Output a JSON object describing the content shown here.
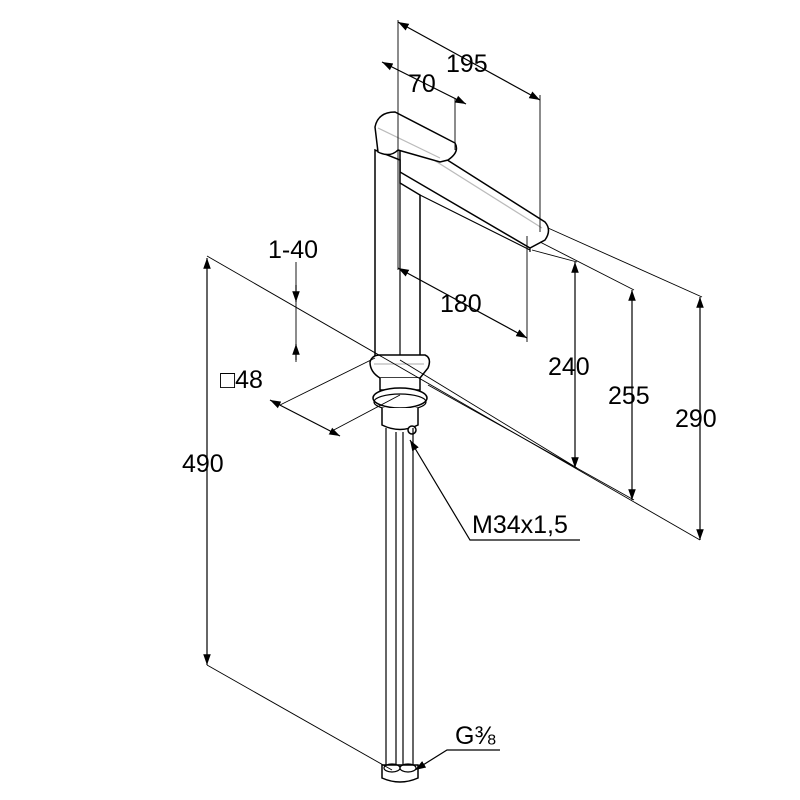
{
  "drawing": {
    "dimensions": {
      "spout_reach_total": "195",
      "handle_length": "70",
      "spout_reach": "180",
      "deck_thickness": "1-40",
      "base_square": "□48",
      "spout_height": "240",
      "outlet_height": "255",
      "total_height": "290",
      "hose_length": "490"
    },
    "callouts": {
      "thread": "M34x1,5",
      "connection": "G⅜"
    }
  }
}
